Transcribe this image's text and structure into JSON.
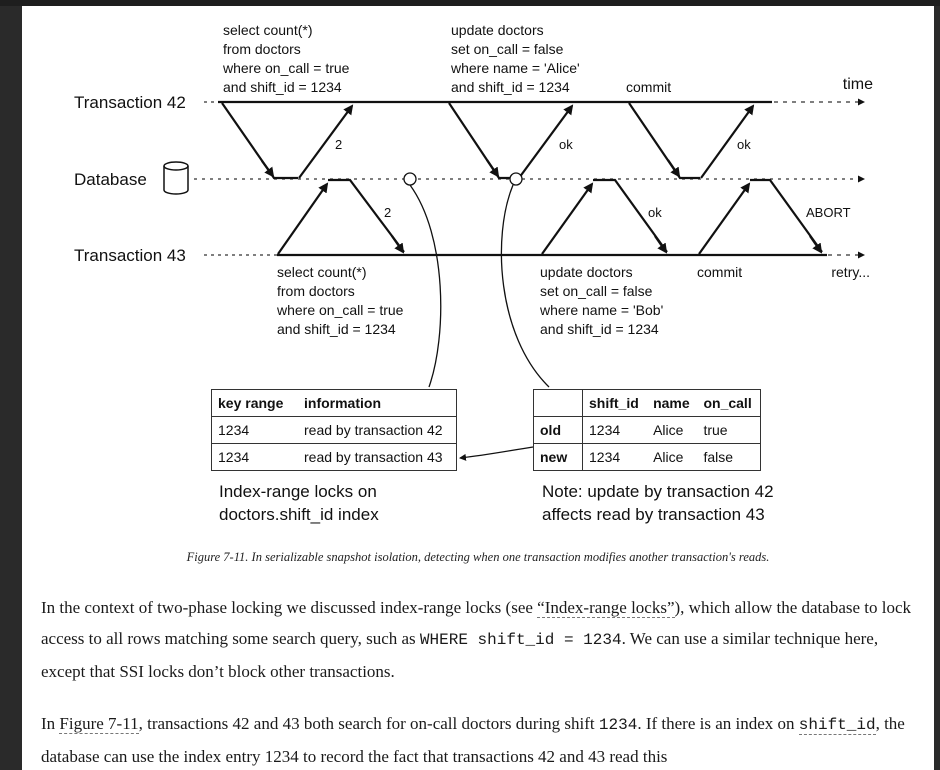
{
  "diagram": {
    "time_label": "time",
    "rows": {
      "tx42": "Transaction 42",
      "database": "Database",
      "tx43": "Transaction 43"
    },
    "tx42_query1": [
      "select count(*)",
      "from doctors",
      "where on_call = true",
      "and shift_id = 1234"
    ],
    "tx42_query2": [
      "update doctors",
      "set on_call = false",
      "where name = 'Alice'",
      "and shift_id = 1234"
    ],
    "tx42_commit": "commit",
    "tx43_query1": [
      "select count(*)",
      "from doctors",
      "where on_call = true",
      "and shift_id = 1234"
    ],
    "tx43_query2": [
      "update doctors",
      "set on_call = false",
      "where name = 'Bob'",
      "and shift_id = 1234"
    ],
    "tx43_commit": "commit",
    "tx43_retry": "retry...",
    "abort": "ABORT",
    "response_2": "2",
    "response_ok": "ok"
  },
  "lock_table": {
    "headers": [
      "key range",
      "information"
    ],
    "rows": [
      [
        "1234",
        "read by transaction 42"
      ],
      [
        "1234",
        "read by transaction 43"
      ]
    ],
    "caption": [
      "Index-range locks on",
      "doctors.shift_id index"
    ]
  },
  "update_table": {
    "headers": [
      "",
      "shift_id",
      "name",
      "on_call"
    ],
    "rows": [
      [
        "old",
        "1234",
        "Alice",
        "true"
      ],
      [
        "new",
        "1234",
        "Alice",
        "false"
      ]
    ],
    "caption": [
      "Note: update by transaction 42",
      "affects read by transaction 43"
    ]
  },
  "figure_caption": "Figure 7-11. In serializable snapshot isolation, detecting when one transaction modifies another transaction's reads.",
  "paragraph1": {
    "t1": "In the context of two-phase locking we discussed index-range locks (see ",
    "link": "“Index-range locks”",
    "t2": "), which allow the database to lock access to all rows matching some search query, such as ",
    "code": "WHERE shift_id = 1234",
    "t3": ". We can use a similar technique here, except that SSI locks don’t block other transactions."
  },
  "paragraph2": {
    "t1": "In ",
    "link": "Figure 7-11",
    "t2": ", transactions 42 and 43 both search for on-call doctors during shift ",
    "code1": "1234",
    "t3": ". If there is an index on ",
    "code2": "shift_id",
    "t4": ", the database can use the index entry 1234 to record the fact that transactions 42 and 43 read this"
  }
}
